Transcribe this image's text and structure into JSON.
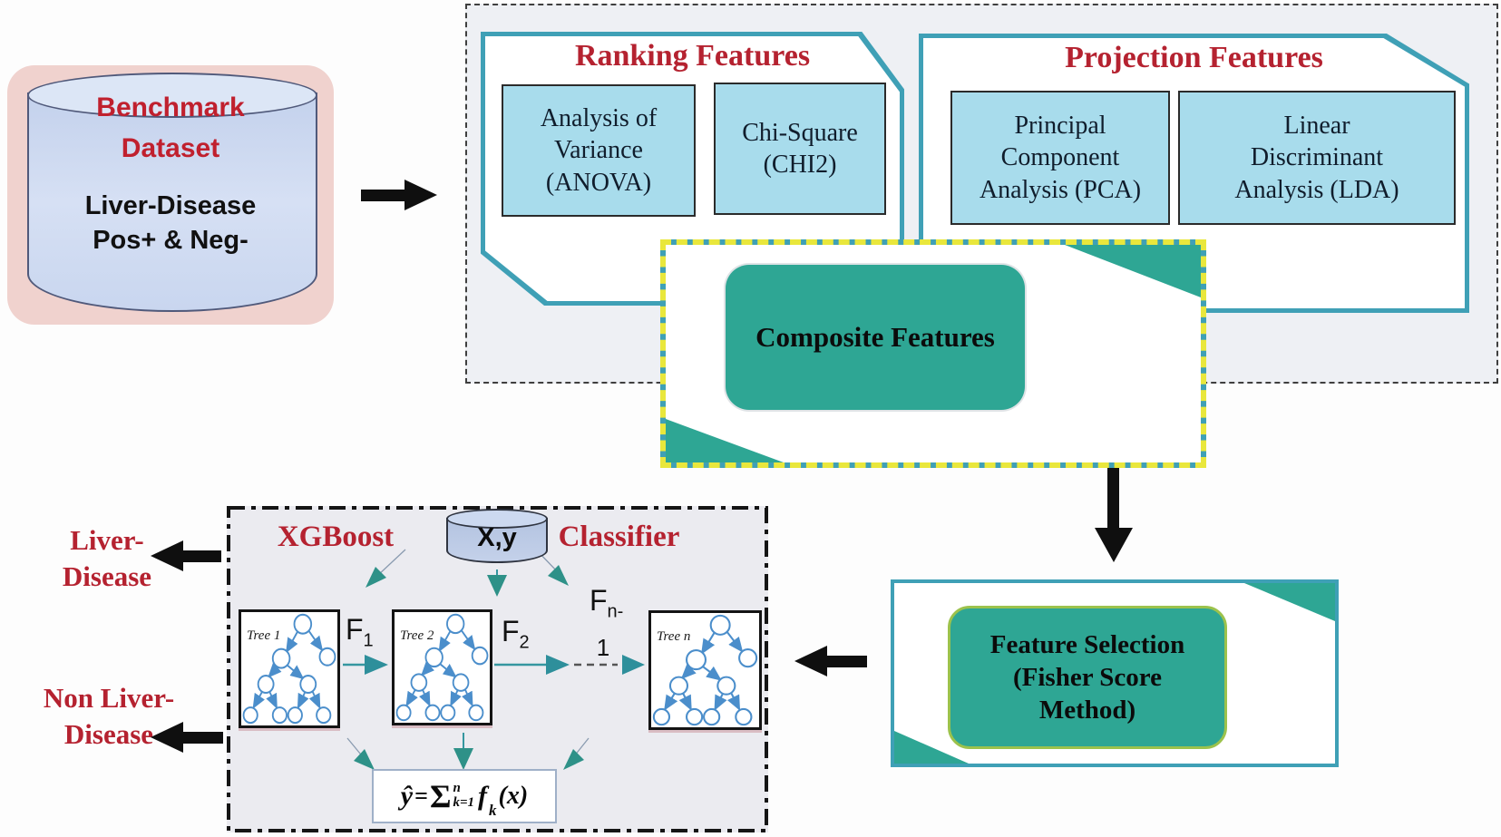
{
  "dataset": {
    "title": [
      "Benchmark",
      "Dataset"
    ],
    "subtitle": [
      "Liver-Disease",
      "Pos+ & Neg-"
    ]
  },
  "ranking": {
    "title": "Ranking Features",
    "anova": "Analysis of Variance (ANOVA)",
    "chi2": "Chi-Square (CHI2)"
  },
  "projection": {
    "title": "Projection Features",
    "pca": "Principal Component Analysis (PCA)",
    "lda": "Linear Discriminant Analysis (LDA)"
  },
  "composite": {
    "label": "Composite Features"
  },
  "feature_selection": {
    "label": "Feature Selection (Fisher Score Method)"
  },
  "xgboost": {
    "title_left": "XGBoost",
    "title_right": "Classifier",
    "data_cylinder": "X,y",
    "trees": [
      "Tree 1",
      "Tree 2",
      "Tree n"
    ],
    "f1": {
      "base": "F",
      "sub": "1"
    },
    "f2": {
      "base": "F",
      "sub": "2"
    },
    "fn": {
      "base": "F",
      "sub": "n-",
      "wrap": "1"
    },
    "formula": {
      "yhat": "ŷ",
      "equals": "=",
      "sigma": "Σ",
      "upper": "n",
      "lower": "k=1",
      "func": "f",
      "func_sub": "k",
      "arg": "(x)"
    }
  },
  "outputs": {
    "positive": "Liver-Disease",
    "negative": "Non Liver-Disease"
  },
  "colors": {
    "teal_border": "#3fa0b6",
    "teal_green": "#2ea694",
    "red": "#b52230",
    "light_blue": "#a8dcec",
    "yellow_dash": "#e9e73c",
    "lime_border": "#9cc24c",
    "tree_blue": "#4b8ecb"
  }
}
